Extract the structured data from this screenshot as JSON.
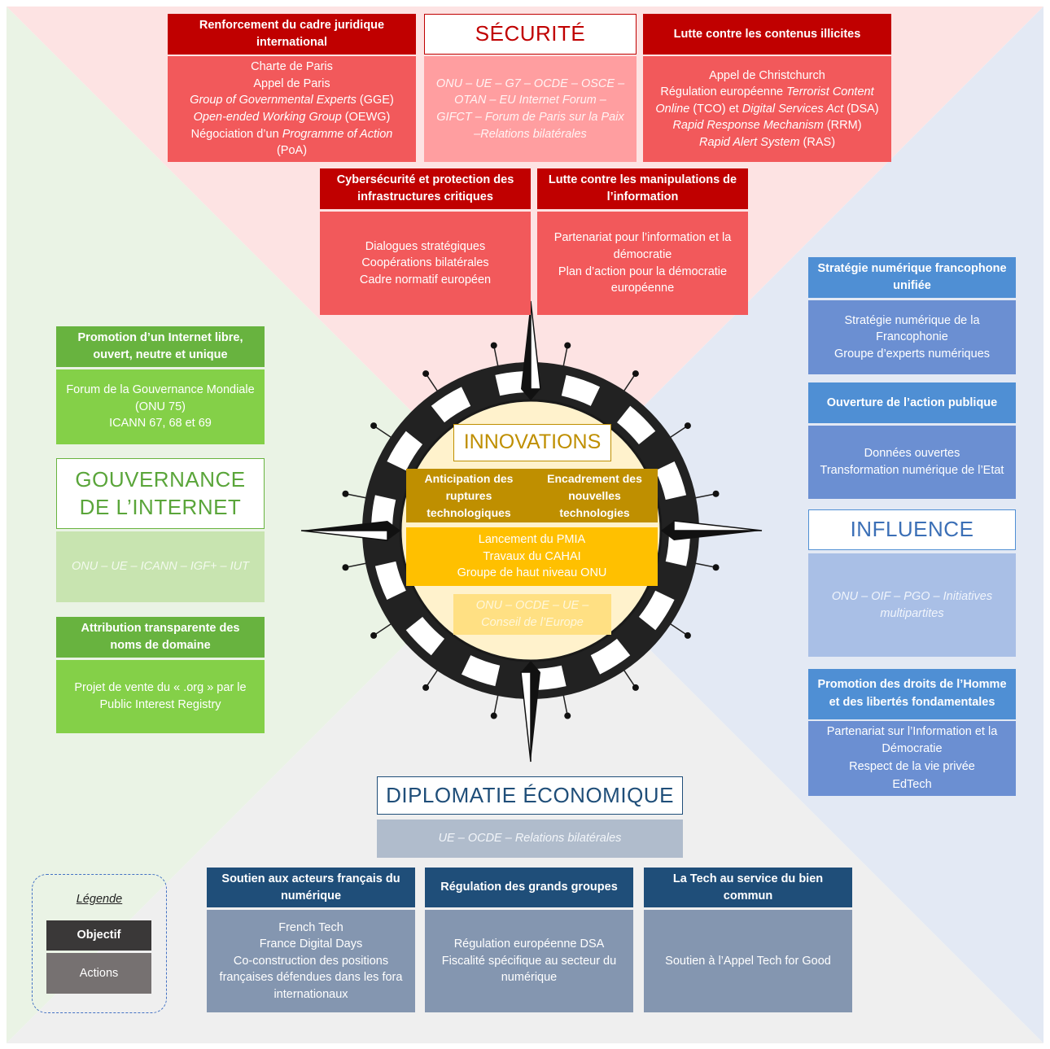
{
  "security": {
    "title": "SÉCURITÉ",
    "actors": "ONU – UE – G7 – OCDE – OSCE – OTAN – EU Internet Forum – GIFCT – Forum de Paris sur la Paix –Relations bilatérales",
    "cadre": {
      "header": "Renforcement du cadre juridique international",
      "l1": "Charte de Paris",
      "l2": "Appel de Paris",
      "l3a": "Group of Governmental  Experts",
      "l3b": " (GGE)",
      "l4a": "Open-ended Working Group",
      "l4b": " (OEWG)",
      "l5a": "Négociation d’un ",
      "l5b": "Programme  of Action",
      "l5c": " (PoA)"
    },
    "contenus": {
      "header": "Lutte contre les contenus illicites",
      "l1": "Appel de Christchurch",
      "l2a": "Régulation européenne ",
      "l2b": "Terrorist Content Online",
      "l2c": " (TCO) et ",
      "l2d": "Digital Services  Act",
      "l2e": " (DSA)",
      "l3a": "Rapid Response Mechanism",
      "l3b": " (RRM)",
      "l4a": "Rapid Alert System",
      "l4b": " (RAS)"
    },
    "cyber": {
      "header": "Cybersécurité et protection des infrastructures critiques",
      "lines": [
        "Dialogues stratégiques",
        "Coopérations bilatérales",
        "Cadre normatif européen"
      ]
    },
    "manip": {
      "header": "Lutte contre les manipulations de l’information",
      "lines": [
        "Partenariat pour l’information et la démocratie",
        "Plan d’action pour la démocratie européenne"
      ]
    }
  },
  "gouvernance": {
    "title": "GOUVERNANCE DE L’INTERNET",
    "actors": "ONU – UE – ICANN – IGF+ – IUT",
    "promotion": {
      "header": "Promotion d’un Internet libre, ouvert, neutre et unique",
      "lines": [
        "Forum de la Gouvernance Mondiale (ONU 75)",
        "ICANN 67, 68 et 69"
      ]
    },
    "attribution": {
      "header": "Attribution transparente des noms de domaine",
      "lines": [
        "Projet de vente du « .org » par le Public Interest Registry"
      ]
    }
  },
  "influence": {
    "title": "INFLUENCE",
    "actors": "ONU – OIF – PGO – Initiatives multipartites",
    "strategie": {
      "header": "Stratégie numérique francophone unifiée",
      "lines": [
        "Stratégie numérique de la Francophonie",
        "Groupe d’experts numériques"
      ]
    },
    "ouverture": {
      "header": "Ouverture de l’action publique",
      "lines": [
        "Données ouvertes",
        "Transformation numérique de l’Etat"
      ]
    },
    "droits": {
      "header": "Promotion des droits de l’Homme et des libertés fondamentales",
      "lines": [
        "Partenariat sur l’Information et la Démocratie",
        "Respect de la vie privée",
        "EdTech"
      ]
    }
  },
  "economie": {
    "title": "DIPLOMATIE ÉCONOMIQUE",
    "actors": "UE – OCDE – Relations bilatérales",
    "soutien": {
      "header": "Soutien aux acteurs français du numérique",
      "lines": [
        "French Tech",
        "France Digital Days",
        "Co-construction des positions françaises défendues dans les fora internationaux"
      ]
    },
    "regulation": {
      "header": "Régulation des grands groupes",
      "lines": [
        "Régulation européenne DSA",
        "Fiscalité spécifique au secteur du numérique"
      ]
    },
    "tech": {
      "header": "La Tech au service du bien commun",
      "lines": [
        "Soutien à l’Appel Tech for Good"
      ]
    }
  },
  "innovations": {
    "title": "INNOVATIONS",
    "h1": "Anticipation des ruptures technologiques",
    "h2": "Encadrement des nouvelles technologies",
    "lines": [
      "Lancement du PMIA",
      "Travaux du CAHAI",
      "Groupe de haut niveau ONU"
    ],
    "actors": "ONU – OCDE – UE – Conseil de l’Europe"
  },
  "legend": {
    "title": "Légende",
    "objectif": "Objectif",
    "actions": "Actions"
  },
  "colors": {
    "security_header": "#c00000",
    "gouvernance_header": "#68b33f",
    "influence_header": "#4f8fd4",
    "economie_header": "#1f4e79",
    "innovations_header": "#bf8f00"
  }
}
